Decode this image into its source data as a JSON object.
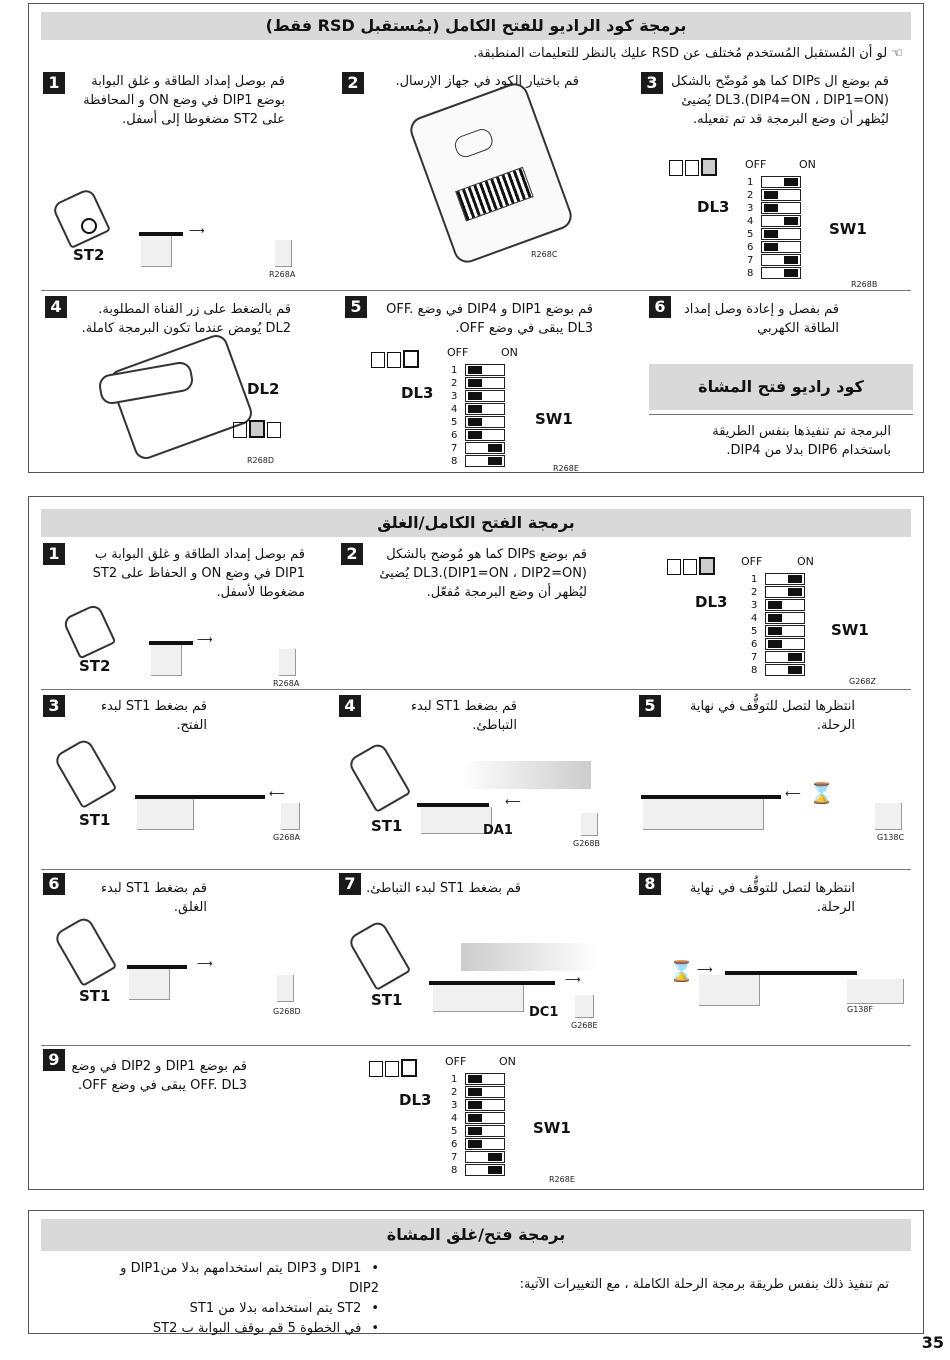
{
  "s1": {
    "title": "برمجة كود الراديو للفتح الكامل (بمُستقبل RSD فقط)",
    "note": "لو أن المُستقبل المُستخدم مُختلف عن RSD عليك بالنظر للتعليمات المنطبقة.",
    "steps": [
      {
        "n": "1",
        "text": "قم بوصل إمداد الطاقة و غلق البوابة بوضع DIP1 في وضع ON و المحافظة على ST2 مضغوطا إلى أسفل."
      },
      {
        "n": "2",
        "text": "قم باختيار الكود في جهاز الإرسال."
      },
      {
        "n": "3",
        "text": "قم بوضع ال DIPs كما هو مُوضّح بالشكل DL3.(DIP4=ON ، DIP1=ON) يُضيئ ليُظهر أن وضع البرمجة قد تم تفعيله."
      },
      {
        "n": "4",
        "text": "قم بالضغط على زر القناة المطلوبة. DL2 يُومض عندما تكون البرمجة كاملة."
      },
      {
        "n": "5",
        "text": "قم بوضع DIP1 و DIP4 في وضع OFF. DL3 يبقى في وضع OFF."
      },
      {
        "n": "6",
        "text": "قم بفصل و إعادة وصل إمداد الطاقة الكهربي"
      }
    ],
    "open_title": "كود راديو فتح المشاة",
    "open_text": "البرمجة تم تنفيذها بنفس الطريقة باستخدام DIP6 بدلا من DIP4.",
    "codes": {
      "a": "R268A",
      "b": "R268C",
      "c": "R268B",
      "d": "R268D",
      "e": "R268E"
    }
  },
  "s2": {
    "title": "برمجة الفتح الكامل/الغلق",
    "steps": [
      {
        "n": "1",
        "text": "قم بوصل إمداد الطاقة و غلق البوابة ب DIP1 في وضع ON و الحفاظ على ST2 مضغوطا لأسفل."
      },
      {
        "n": "2",
        "text": "قم بوضع DIPs كما هو مُوضح بالشكل DL3.(DIP1=ON ، DIP2=ON) يُضيئ ليُظهر أن وضع البرمجة مُفعّل."
      },
      {
        "n": "3",
        "text": "قم بضغط ST1 لبدء الفتح."
      },
      {
        "n": "4",
        "text": "قم بضغط ST1 لبدء التباطئ."
      },
      {
        "n": "5",
        "text": "انتظرها لتصل للتوقُّف في نهاية الرحلة."
      },
      {
        "n": "6",
        "text": "قم بضغط ST1 لبدء الغلق."
      },
      {
        "n": "7",
        "text": "قم بضغط ST1 لبدء التباطئ."
      },
      {
        "n": "8",
        "text": "انتظرها لتصل للتوقُّف في نهاية الرحلة."
      },
      {
        "n": "9",
        "text": "قم بوضع DIP1 و DIP2 في وضع OFF. DL3 يبقى في وضع OFF."
      }
    ],
    "codes": {
      "a": "R268A",
      "z": "G268Z",
      "g": "G268A",
      "b": "G268B",
      "c": "G138C",
      "d": "G268D",
      "e": "G268E",
      "f": "G138F",
      "r": "R268E"
    }
  },
  "s3": {
    "title": "برمجة فتح/غلق المشاة",
    "lead": "تم تنفيذ ذلك بنفس طريقة برمجة الرحلة الكاملة ، مع التغييرات الآتية:",
    "bullets": [
      "DIP1 و DIP3 يتم استخدامهم بدلا منDIP1 و DIP2",
      "ST2 يتم استخدامه بدلا من ST1",
      "في الخطوة 5 قم بوقف البوابة ب ST2"
    ]
  },
  "labels": {
    "st1": "ST1",
    "st2": "ST2",
    "dl2": "DL2",
    "dl3": "DL3",
    "sw1": "SW1",
    "off": "OFF",
    "on": "ON",
    "da1": "DA1",
    "dc1": "DC1"
  },
  "page": "35"
}
